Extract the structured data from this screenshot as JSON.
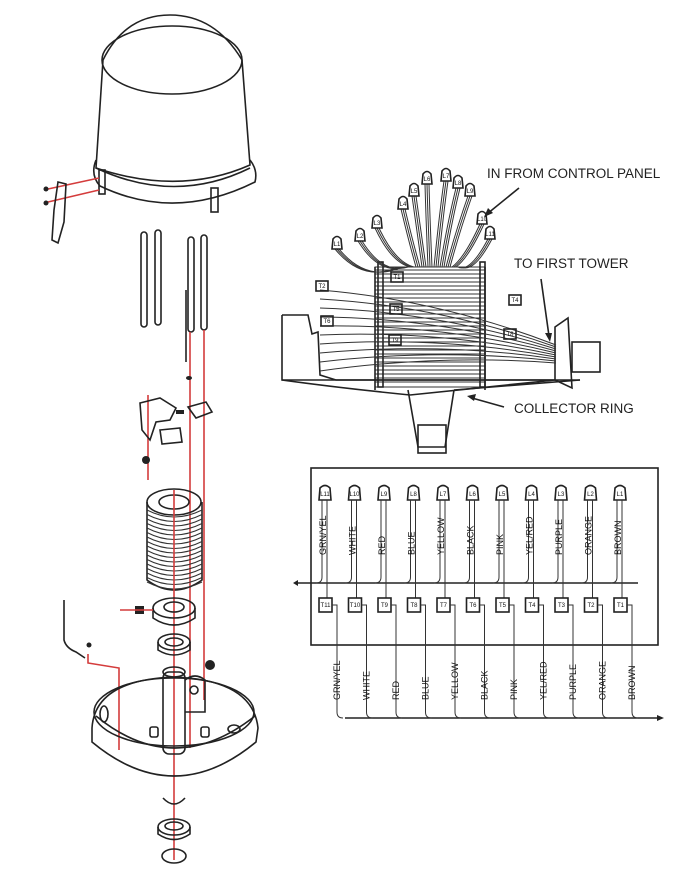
{
  "callouts": {
    "control_panel": "IN FROM CONTROL PANEL",
    "first_tower": "TO FIRST TOWER",
    "collector_ring": "COLLECTOR RING"
  },
  "wiring": {
    "input_terminals": [
      "L11",
      "L10",
      "L9",
      "L8",
      "L7",
      "L6",
      "L5",
      "L4",
      "L3",
      "L2",
      "L1"
    ],
    "output_terminals": [
      "T11",
      "T10",
      "T9",
      "T8",
      "T7",
      "T6",
      "T5",
      "T4",
      "T3",
      "T2",
      "T1"
    ],
    "wire_colors": [
      "GRN/YEL",
      "WHITE",
      "RED",
      "BLUE",
      "YELLOW",
      "BLACK",
      "PINK",
      "YEL/RED",
      "PURPLE",
      "ORANGE",
      "BROWN"
    ]
  },
  "cutaway_tags": {
    "leads": [
      "L1",
      "L2",
      "L3",
      "L4",
      "L5",
      "L6",
      "L7",
      "L8",
      "L9",
      "L10",
      "L11"
    ],
    "terminals": [
      "T1",
      "T2",
      "T4",
      "T5",
      "T6",
      "T8",
      "T9"
    ]
  },
  "colors": {
    "line": "#222222",
    "assembly_axis": "#d43c3c"
  }
}
